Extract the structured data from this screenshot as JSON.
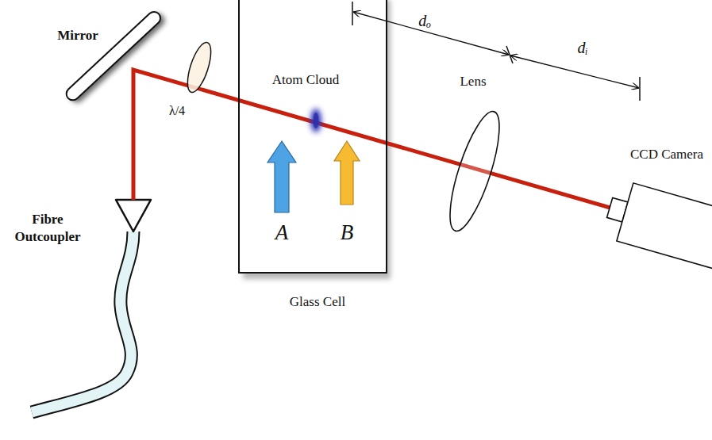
{
  "diagram": {
    "nodes": [
      {
        "text": [
          "Atom Cloud",
          "A",
          "B",
          "Glass Cell"
        ]
      }
    ],
    "labels": [
      "Mirror",
      "λ/4",
      "Fibre Outcoupler",
      "dₒ",
      "dᵢ",
      "Lens",
      "CCD Camera"
    ]
  }
}
